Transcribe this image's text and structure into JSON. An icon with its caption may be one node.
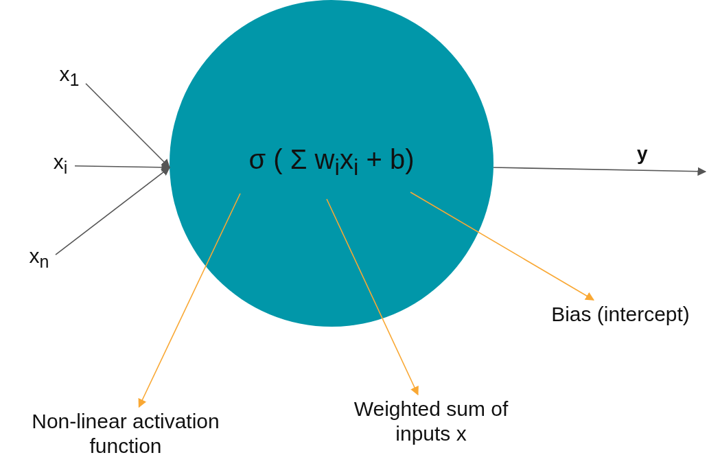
{
  "diagram": {
    "nodes": [
      {
        "text": [
          "x$_{1}$"
        ]
      },
      {
        "text": [
          "x$_{i}$"
        ]
      },
      {
        "text": [
          "x$_{n}$"
        ]
      },
      {
        "text": [
          "σ ( Σ w$_{i}$x$_{i}$ + b)"
        ]
      },
      {
        "text": [
          "Non-linear activation function"
        ]
      },
      {
        "text": [
          "Weighted sum of inputs x"
        ]
      },
      {
        "text": [
          "Bias (intercept)"
        ]
      }
    ],
    "edges": [
      {
        "from": 0,
        "to": 3,
        "arrow": "to"
      },
      {
        "from": 1,
        "to": 3,
        "arrow": "to"
      },
      {
        "from": 2,
        "to": 3,
        "arrow": "to"
      },
      {
        "from": 3,
        "to": null,
        "arrow": "to"
      },
      {
        "from": 3,
        "to": 4,
        "arrow": "to",
        "color": "#f9a834"
      },
      {
        "from": 3,
        "to": 5,
        "arrow": "to",
        "color": "#f9a834"
      },
      {
        "from": 3,
        "to": 6,
        "arrow": "to",
        "color": "#f9a834"
      }
    ],
    "labels": [
      "y"
    ]
  }
}
